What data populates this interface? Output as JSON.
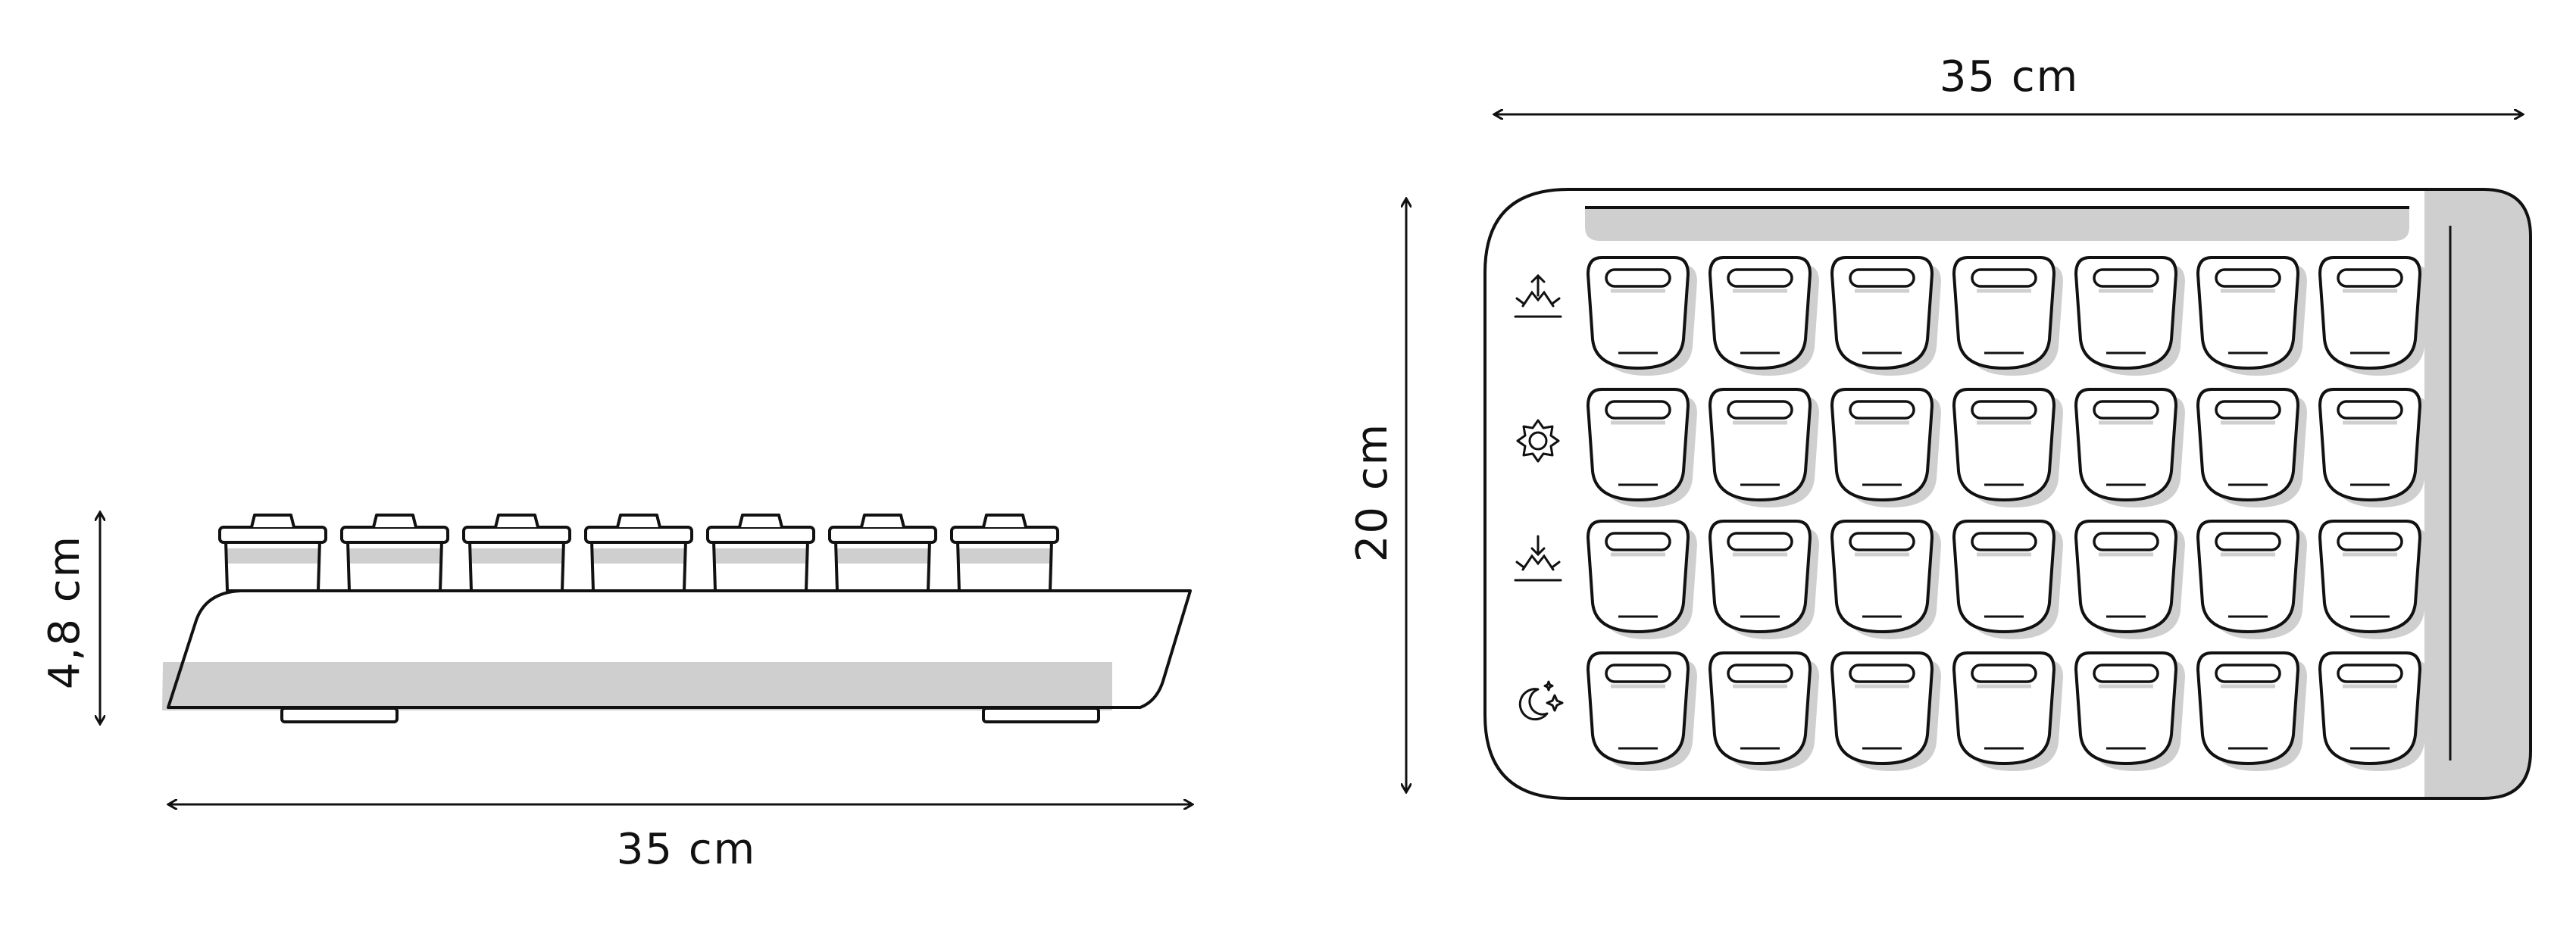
{
  "side_view": {
    "width_label": "35 cm",
    "height_label": "4,8 cm",
    "compartment_count": 7
  },
  "top_view": {
    "width_label": "35 cm",
    "height_label": "20 cm",
    "columns": 7,
    "rows": [
      {
        "icon": "sunrise-icon"
      },
      {
        "icon": "sun-icon"
      },
      {
        "icon": "sunset-icon"
      },
      {
        "icon": "moon-stars-icon"
      }
    ]
  },
  "colors": {
    "stroke": "#111111",
    "shade": "#cfcfcf",
    "fill": "#ffffff"
  }
}
